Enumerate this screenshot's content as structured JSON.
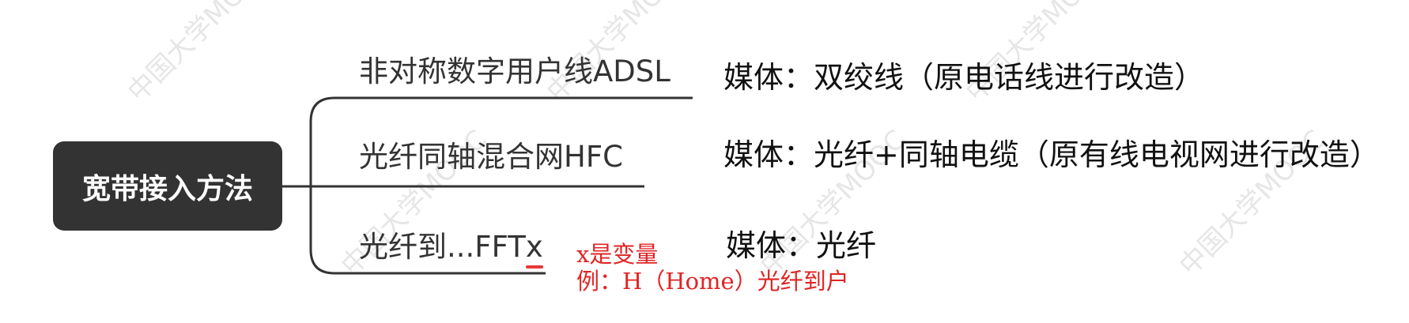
{
  "root": {
    "label": "宽带接入方法"
  },
  "branches": [
    {
      "label": "非对称数字用户线ADSL",
      "media": "媒体：双绞线（原电话线进行改造）"
    },
    {
      "label": "光纤同轴混合网HFC",
      "media": "媒体：光纤+同轴电缆（原有线电视网进行改造）"
    },
    {
      "label_prefix": "光纤到...FFT",
      "label_highlight": "x",
      "media": "媒体：光纤"
    }
  ],
  "annotation": {
    "line1": "x是变量",
    "line2": "例：H（Home）光纤到户"
  },
  "watermark": {
    "text": "中国大学MOOC"
  },
  "colors": {
    "root_fill": "#333333",
    "connector": "#333333",
    "annotation": "#e02424",
    "underline": "#e53935"
  }
}
